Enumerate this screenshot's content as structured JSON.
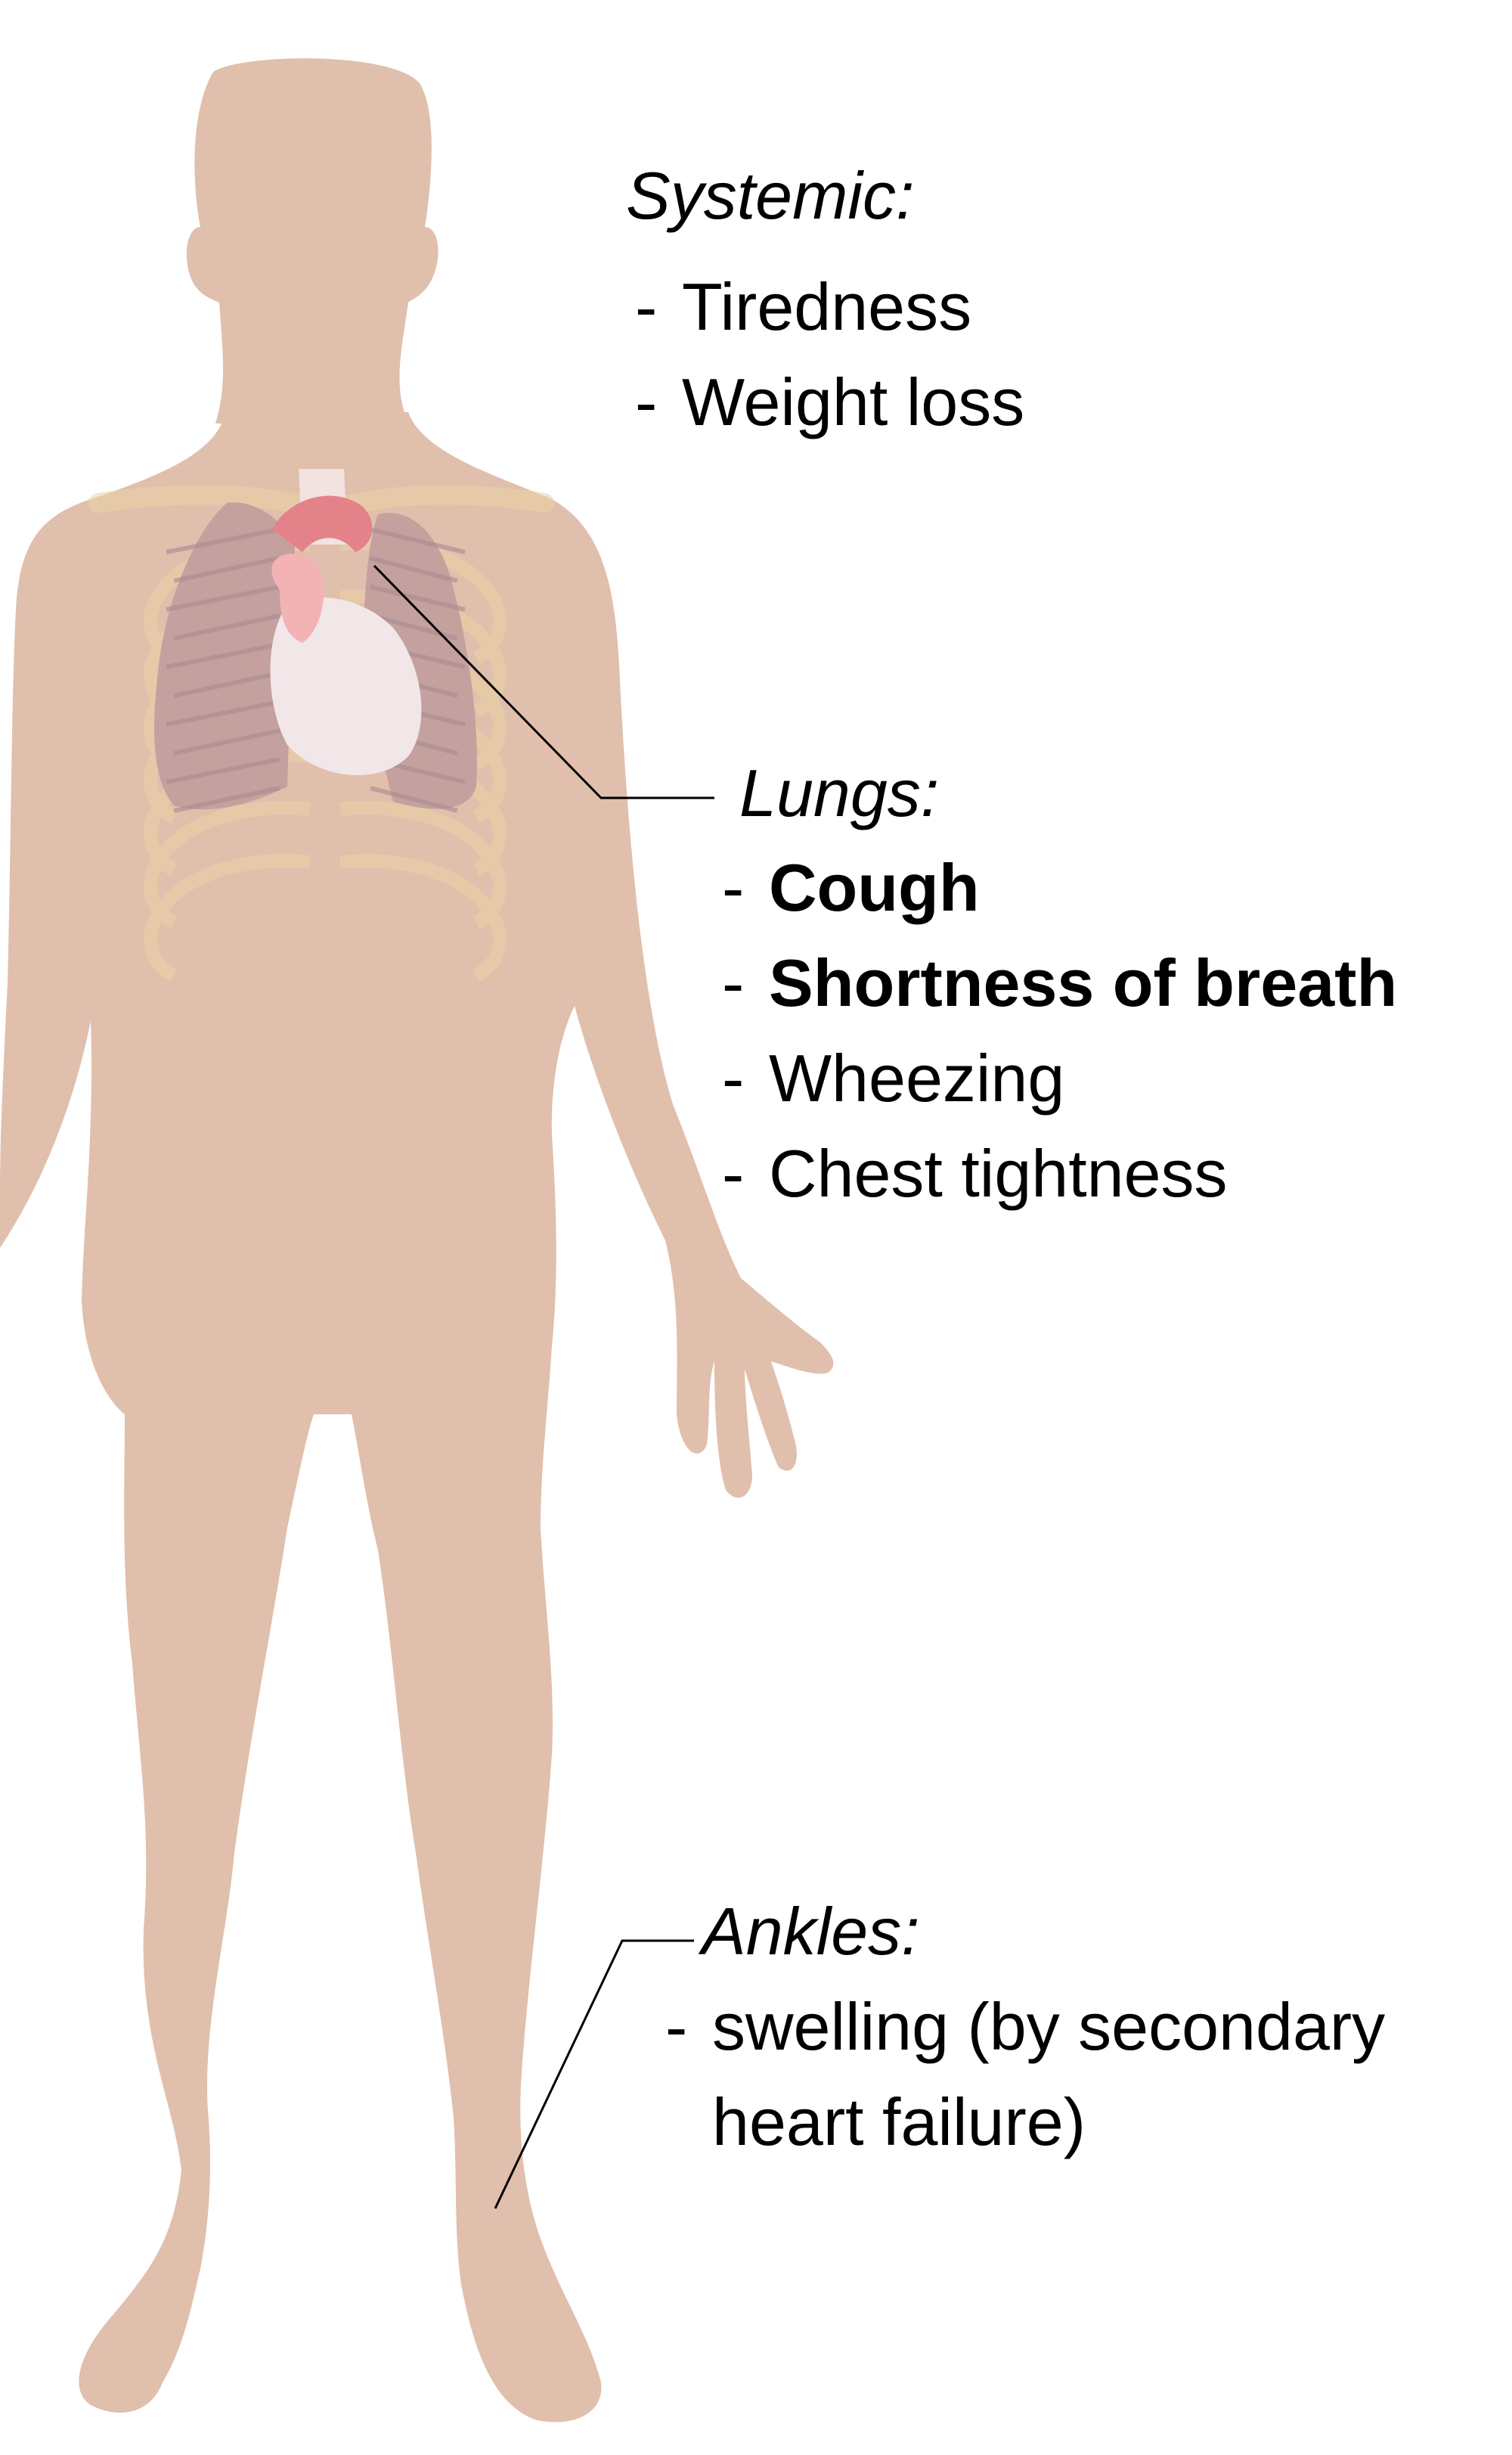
{
  "colors": {
    "body": "#e0bfac",
    "rib": "#ecd3a6",
    "lung": "#c4a19e",
    "lung_pattern": "#a98a92",
    "heart": "#f1e6e8",
    "vessel": "#e4828a",
    "vessel_light": "#f3b2b4",
    "trachea": "#f2e2e0",
    "leader": "#000000"
  },
  "systemic": {
    "heading": "Systemic:",
    "items": [
      {
        "dash": "-",
        "text": "Tiredness"
      },
      {
        "dash": "-",
        "text": "Weight loss"
      }
    ]
  },
  "lungs": {
    "heading": "Lungs:",
    "items": [
      {
        "dash": "-",
        "text": "Cough",
        "bold": true
      },
      {
        "dash": "-",
        "text": "Shortness of breath",
        "bold": true
      },
      {
        "dash": "-",
        "text": "Wheezing",
        "bold": false
      },
      {
        "dash": "-",
        "text": "Chest tightness",
        "bold": false
      }
    ]
  },
  "ankles": {
    "heading": "Ankles:",
    "items": [
      {
        "dash": "-",
        "text": "swelling (by secondary",
        "continuation": "heart failure)"
      }
    ]
  }
}
